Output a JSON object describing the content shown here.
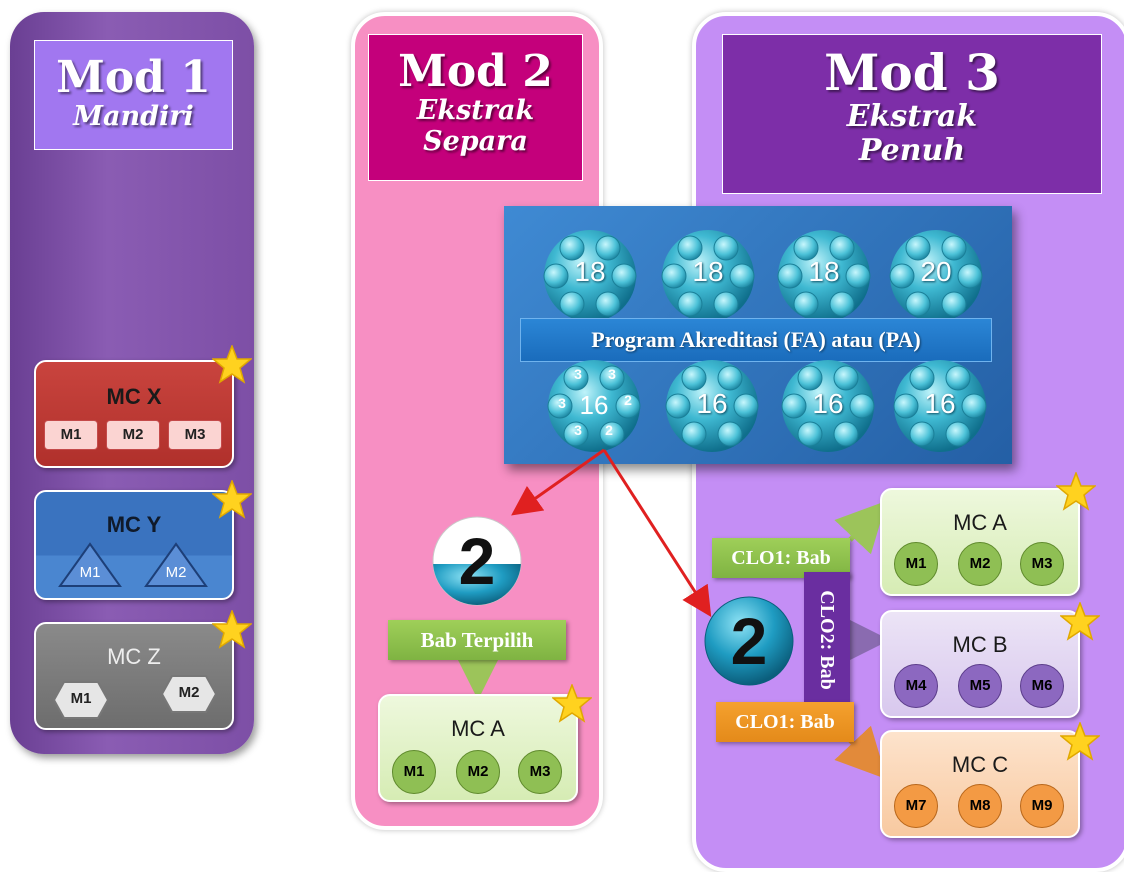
{
  "mod1": {
    "title": "Mod 1",
    "subtitle": "Mandiri",
    "mcx": {
      "title": "MC X",
      "items": [
        "M1",
        "M2",
        "M3"
      ]
    },
    "mcy": {
      "title": "MC Y",
      "items": [
        "M1",
        "M2"
      ]
    },
    "mcz": {
      "title": "MC Z",
      "items": [
        "M1",
        "M2"
      ]
    }
  },
  "mod2": {
    "title": "Mod 2",
    "subtitle1": "Ekstrak",
    "subtitle2": "Separa",
    "ball": "2",
    "label": "Bab Terpilih",
    "mca": {
      "title": "MC A",
      "items": [
        "M1",
        "M2",
        "M3"
      ]
    }
  },
  "mod3": {
    "title": "Mod 3",
    "subtitle1": "Ekstrak",
    "subtitle2": "Penuh",
    "ball": "2",
    "clo1_top": "CLO1: Bab",
    "clo2": "CLO2: Bab",
    "clo1_bottom": "CLO1: Bab",
    "mca": {
      "title": "MC A",
      "items": [
        "M1",
        "M2",
        "M3"
      ]
    },
    "mcb": {
      "title": "MC B",
      "items": [
        "M4",
        "M5",
        "M6"
      ]
    },
    "mcc": {
      "title": "MC C",
      "items": [
        "M7",
        "M8",
        "M9"
      ]
    }
  },
  "program": {
    "label": "Program Akreditasi (FA) atau (PA)",
    "top_counts": [
      "18",
      "18",
      "18",
      "20"
    ],
    "bottom_counts": [
      "16",
      "16",
      "16",
      "16"
    ],
    "first_detail": [
      "3",
      "3",
      "3",
      "2",
      "3",
      "2"
    ]
  },
  "colors": {
    "mod1": "#7d4fa6",
    "mod2": "#f78fc3",
    "mod3": "#c48ef5",
    "program": "#2f6fb6",
    "arrow": "#e02020"
  }
}
